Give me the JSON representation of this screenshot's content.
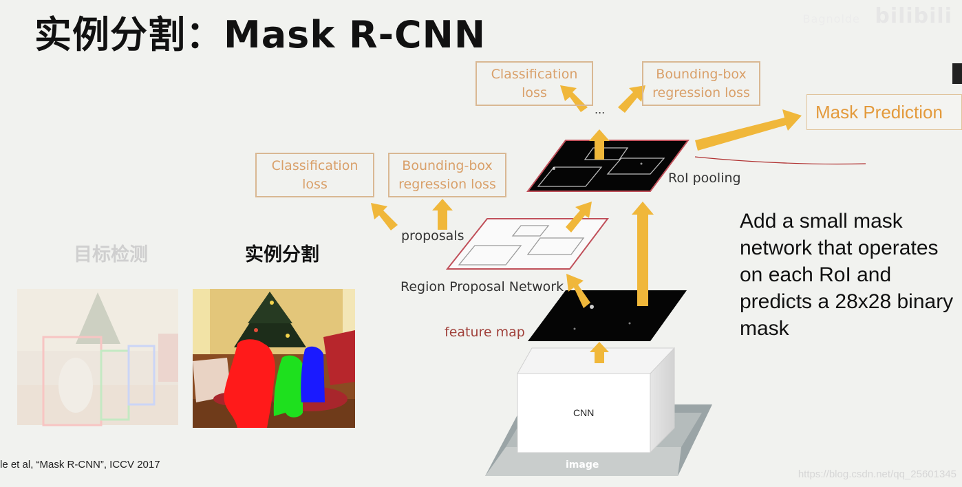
{
  "slide": {
    "title": "实例分割：Mask R-CNN"
  },
  "watermark": {
    "top_sub": "Bagnolde",
    "top_brand": "bilibili",
    "bottom_url": "https://blog.csdn.net/qq_25601345"
  },
  "diagram": {
    "top_boxes": [
      {
        "text": "Classification\nloss"
      },
      {
        "text": "Bounding-box\nregression loss"
      }
    ],
    "mid_boxes": [
      {
        "text": "Classification\nloss"
      },
      {
        "text": "Bounding-box\nregression loss"
      }
    ],
    "mask_prediction": "Mask Prediction",
    "ellipsis": "...",
    "roi_pooling": "RoI pooling",
    "proposals": "proposals",
    "rpn": "Region Proposal Network",
    "feature_map": "feature map",
    "cnn": "CNN",
    "image": "image"
  },
  "description": "Add a small mask network that operates on each RoI and predicts a 28x28 binary mask",
  "captions": {
    "detection": "目标检测",
    "segmentation": "实例分割"
  },
  "citation": "le et al, “Mask R-CNN”, ICCV 2017",
  "colors": {
    "arrow": "#f0b73a",
    "box_border": "#d9b893",
    "box_text": "#d9a06a",
    "feature_outline": "#c0505a",
    "seg_red": "#ff1a1a",
    "seg_green": "#1ee01e",
    "seg_blue": "#1a1aff"
  }
}
